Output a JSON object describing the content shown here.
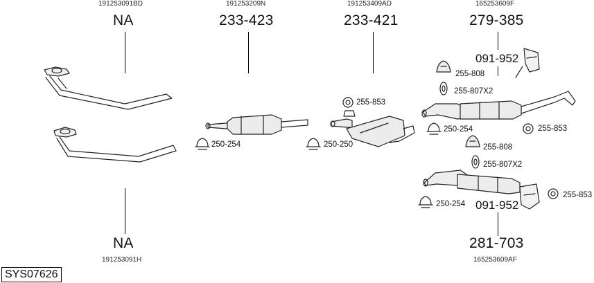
{
  "columns": [
    {
      "oem_top": "191253091BD",
      "part_top": "NA",
      "oem_bottom": "191253091H",
      "part_bottom": "NA"
    },
    {
      "oem_top": "191253209N",
      "part_top": "233-423"
    },
    {
      "oem_top": "191253409AD",
      "part_top": "233-421"
    },
    {
      "oem_top": "165253609F",
      "part_top": "279-385",
      "oem_bottom": "165253609AF",
      "part_bottom": "281-703"
    }
  ],
  "accessories": {
    "col2_clamp": "250-254",
    "col3_hanger": "255-853",
    "col3_clamp": "250-250",
    "top_mount": "091-952",
    "top_rubber": "255-808",
    "top_ring": "255-807X2",
    "top_clamp": "250-254",
    "top_hanger": "255-853",
    "bottom_rubber": "255-808",
    "bottom_ring": "255-807X2",
    "bottom_hanger": "255-853",
    "bottom_clamp": "250-254",
    "bottom_mount": "091-952"
  },
  "system_id": "SYS07626"
}
